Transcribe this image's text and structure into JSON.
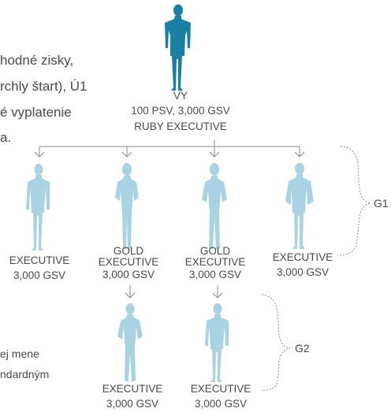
{
  "side_text": [
    "hodné zisky,",
    "rchly štart), Ú1",
    "é vyplatenie",
    "a."
  ],
  "side_text_bottom": [
    "ej mene",
    "ndardným"
  ],
  "top": {
    "name": "VY",
    "line1": "100 PSV, 3,000 GSV",
    "line2": "RUBY EXECUTIVE"
  },
  "g1": [
    {
      "title": "",
      "line1": "EXECUTIVE",
      "line2": "3,000 GSV"
    },
    {
      "title": "GOLD",
      "line1": "EXECUTIVE",
      "line2": "3,000 GSV"
    },
    {
      "title": "GOLD",
      "line1": "EXECUTIVE",
      "line2": "3,000 GSV"
    },
    {
      "title": "",
      "line1": "EXECUTIVE",
      "line2": "3,000 GSV"
    }
  ],
  "g2": [
    {
      "line1": "EXECUTIVE",
      "line2": "3,000 GSV"
    },
    {
      "line1": "EXECUTIVE",
      "line2": "3,000 GSV"
    }
  ],
  "group_labels": {
    "g1": "G1",
    "g2": "G2"
  },
  "colors": {
    "top_figure": "#1a7fa3",
    "figure": "#a9d3e3",
    "line": "#8a8a8a"
  }
}
